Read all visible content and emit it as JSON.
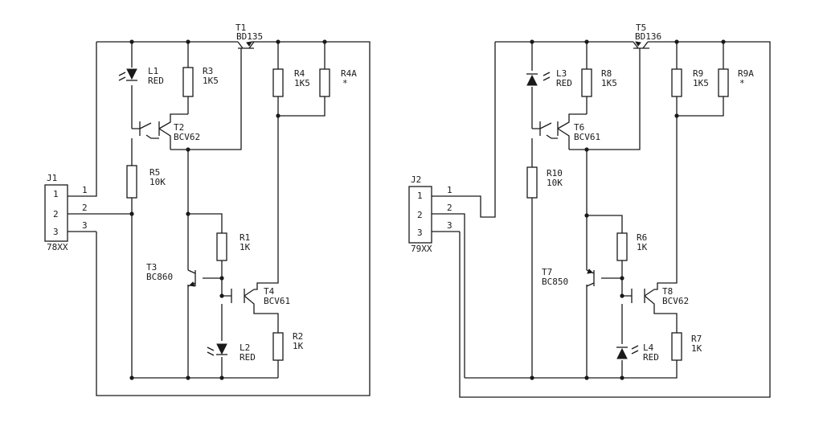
{
  "colors": {
    "ink": "#1a1a1a",
    "paper": "#ffffff"
  },
  "left": {
    "connector": {
      "ref": "J1",
      "pins": [
        "1",
        "2",
        "3"
      ],
      "type": "78XX"
    },
    "t1": {
      "ref": "T1",
      "value": "BD135"
    },
    "t2": {
      "ref": "T2",
      "value": "BCV62"
    },
    "t3": {
      "ref": "T3",
      "value": "BC860"
    },
    "t4": {
      "ref": "T4",
      "value": "BCV61"
    },
    "l1": {
      "ref": "L1",
      "value": "RED"
    },
    "l2": {
      "ref": "L2",
      "value": "RED"
    },
    "r1": {
      "ref": "R1",
      "value": "1K"
    },
    "r2": {
      "ref": "R2",
      "value": "1K"
    },
    "r3": {
      "ref": "R3",
      "value": "1K5"
    },
    "r4": {
      "ref": "R4",
      "value": "1K5"
    },
    "r4a": {
      "ref": "R4A",
      "value": "*"
    },
    "r5": {
      "ref": "R5",
      "value": "10K"
    }
  },
  "right": {
    "connector": {
      "ref": "J2",
      "pins": [
        "1",
        "2",
        "3"
      ],
      "type": "79XX"
    },
    "t5": {
      "ref": "T5",
      "value": "BD136"
    },
    "t6": {
      "ref": "T6",
      "value": "BCV61"
    },
    "t7": {
      "ref": "T7",
      "value": "BC850"
    },
    "t8": {
      "ref": "T8",
      "value": "BCV62"
    },
    "l3": {
      "ref": "L3",
      "value": "RED"
    },
    "l4": {
      "ref": "L4",
      "value": "RED"
    },
    "r6": {
      "ref": "R6",
      "value": "1K"
    },
    "r7": {
      "ref": "R7",
      "value": "1K"
    },
    "r8": {
      "ref": "R8",
      "value": "1K5"
    },
    "r9": {
      "ref": "R9",
      "value": "1K5"
    },
    "r9a": {
      "ref": "R9A",
      "value": "*"
    },
    "r10": {
      "ref": "R10",
      "value": "10K"
    }
  }
}
